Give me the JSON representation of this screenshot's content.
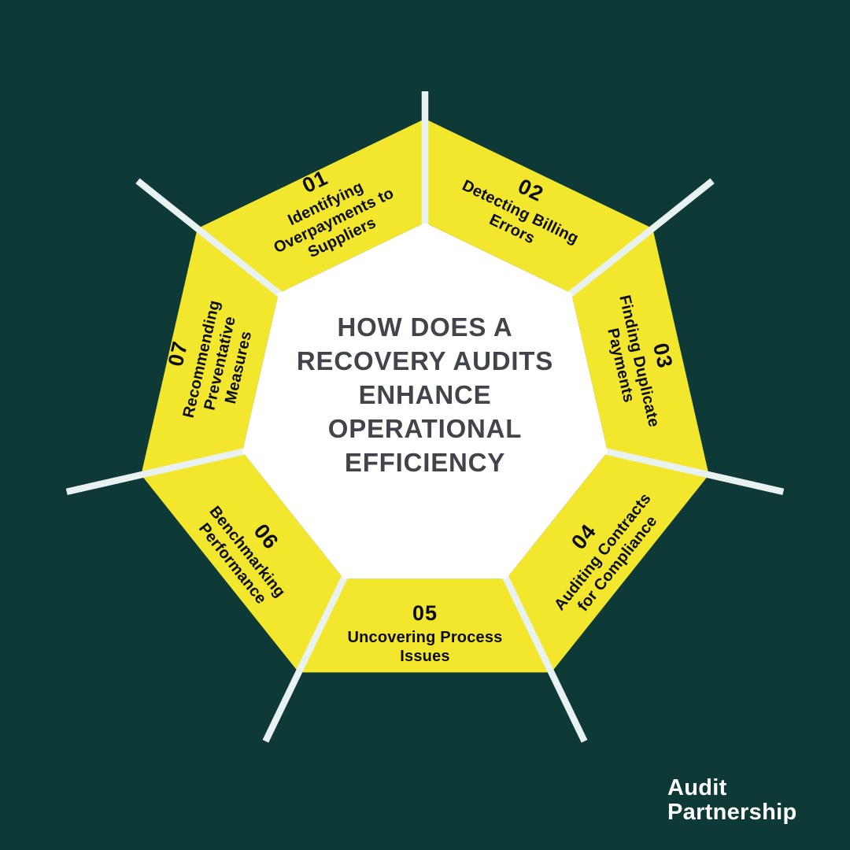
{
  "background_color": "#0d3a37",
  "diagram": {
    "type": "heptagon-cycle-infographic",
    "ring_color": "#f2e72d",
    "spoke_color": "#e8f3f1",
    "center_color": "#ffffff",
    "title_color": "#41444a",
    "segment_text_color": "#0c0c0c",
    "center_title": "HOW DOES A RECOVERY AUDITS ENHANCE OPERATIONAL EFFICIENCY",
    "center_title_lines": [
      "HOW DOES A",
      "RECOVERY AUDITS",
      "ENHANCE",
      "OPERATIONAL",
      "EFFICIENCY"
    ],
    "segments": [
      {
        "number": "01",
        "label": "Identifying Overpayments to Suppliers",
        "label_lines": [
          "Identifying",
          "Overpayments to",
          "Suppliers"
        ]
      },
      {
        "number": "02",
        "label": "Detecting Billing Errors",
        "label_lines": [
          "Detecting Billing",
          "Errors"
        ]
      },
      {
        "number": "03",
        "label": "Finding Duplicate Payments",
        "label_lines": [
          "Finding Duplicate",
          "Payments"
        ]
      },
      {
        "number": "04",
        "label": "Auditing Contracts for Compliance",
        "label_lines": [
          "Auditing Contracts",
          "for Compliance"
        ]
      },
      {
        "number": "05",
        "label": "Uncovering Process Issues",
        "label_lines": [
          "Uncovering Process",
          "Issues"
        ]
      },
      {
        "number": "06",
        "label": "Benchmarking Performance",
        "label_lines": [
          "Benchmarking",
          "Performance"
        ]
      },
      {
        "number": "07",
        "label": "Recommending Preventative Measures",
        "label_lines": [
          "Recommending",
          "Preventative",
          "Measures"
        ]
      }
    ]
  },
  "logo": {
    "line1": "Audit",
    "line2": "Partnership",
    "color": "#ffffff"
  }
}
